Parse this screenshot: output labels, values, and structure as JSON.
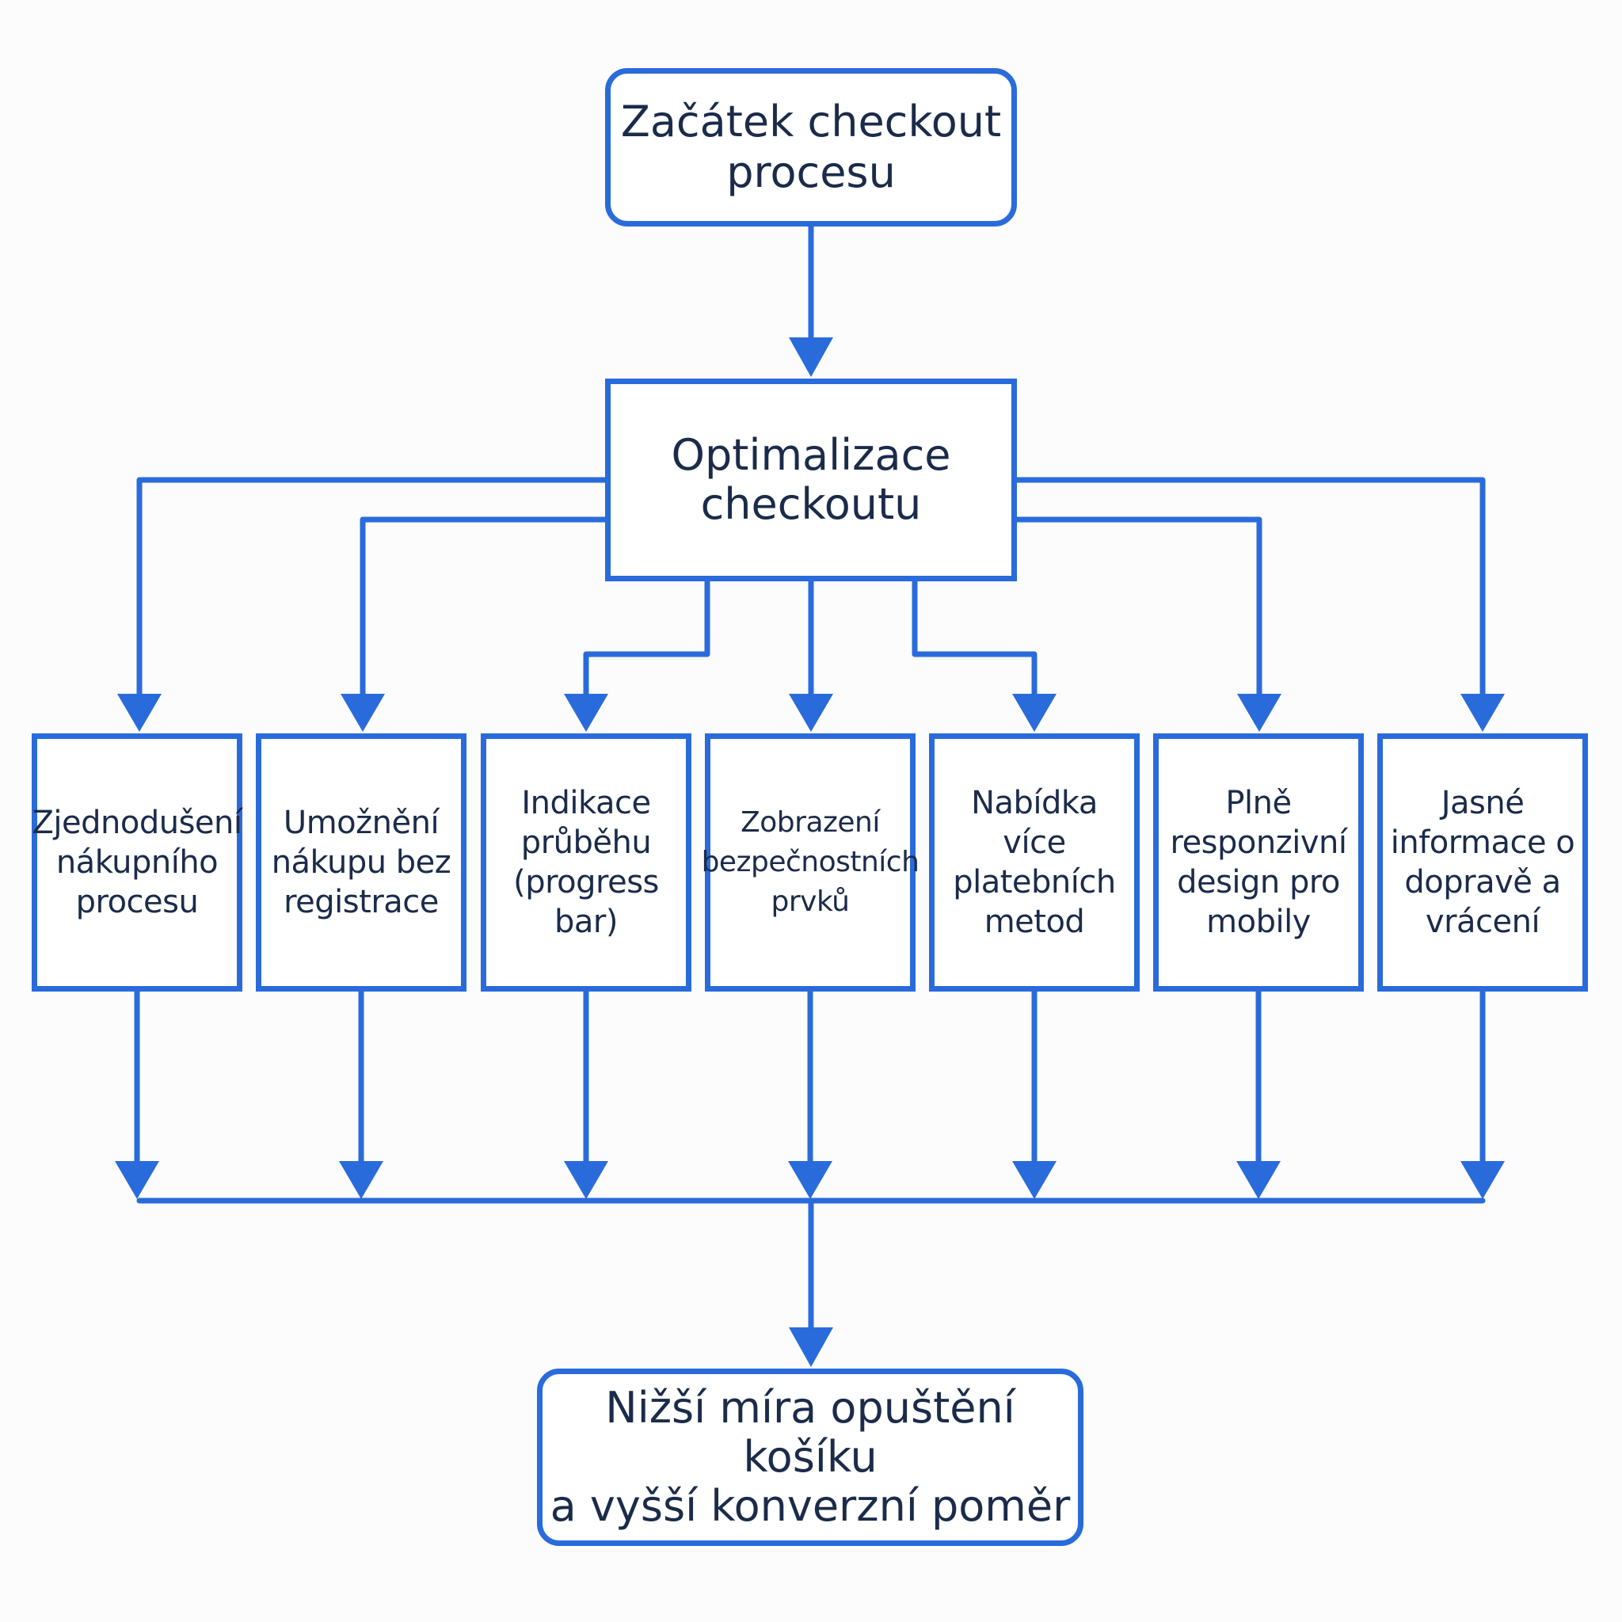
{
  "diagram": {
    "start": "Začátek checkout\nprocesu",
    "central": "Optimalizace\ncheckoutu",
    "steps": [
      "Zjednodušení\nnákupního\nprocesu",
      "Umožnění\nnákupu bez\nregistrace",
      "Indikace\nprůběhu\n(progress bar)",
      "Zobrazení\nbezpečnostních\nprvků",
      "Nabídka více\nplatebních\nmetod",
      "Plně\nresponzivní\ndesign pro\nmobily",
      "Jasné\ninformace o\ndopravě a\nvrácení"
    ],
    "result": "Nižší míra opuštění košíku\na vyšší konverzní poměr"
  },
  "colors": {
    "line": "#2a6bdb",
    "text": "#1b2b4a",
    "background": "#fbfcfb"
  }
}
